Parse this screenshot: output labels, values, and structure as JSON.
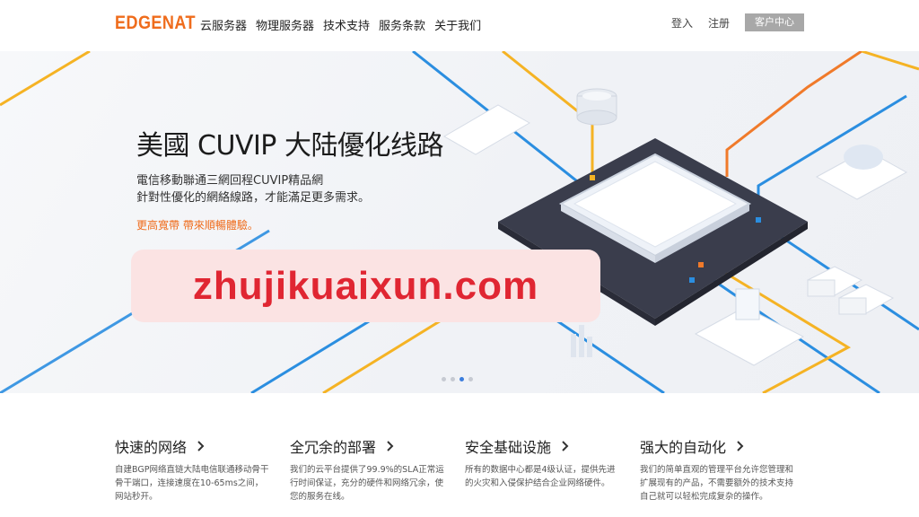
{
  "header": {
    "logo": "EDGENAT",
    "nav": [
      "云服务器",
      "物理服务器",
      "技术支持",
      "服务条款",
      "关于我们"
    ],
    "login": "登入",
    "register": "注册",
    "client_center": "客户中心"
  },
  "hero": {
    "title": "美國 CUVIP 大陆優化线路",
    "subtitle_line1": "電信移動聯通三網回程CUVIP精品網",
    "subtitle_line2": "針對性優化的網絡線路，才能滿足更多需求。",
    "cta": "更高寬帶 帶來順暢體驗。",
    "watermark": "zhujikuaixun.com",
    "slide_count": 4,
    "active_slide": 3
  },
  "features": [
    {
      "title": "快速的网络",
      "desc": "自建BGP网络直链大陆电信联通移动骨干骨干端口，连接速度在10-65ms之间，网站秒开。"
    },
    {
      "title": "全冗余的部署",
      "desc": "我们的云平台提供了99.9%的SLA正常运行时间保证，充分的硬件和网络冗余，使您的服务在线。"
    },
    {
      "title": "安全基础设施",
      "desc": "所有的数据中心都是4级认证，提供先进的火灾和入侵保护结合企业网络硬件。"
    },
    {
      "title": "强大的自动化",
      "desc": "我们的简单直观的管理平台允许您管理和扩展现有的产品，不需要额外的技术支持自己就可以轻松完成复杂的操作。"
    }
  ],
  "colors": {
    "brand": "#ef6c1c",
    "watermark_text": "#e02632",
    "watermark_bg": "#fbe3e3",
    "line_yellow": "#f5b324",
    "line_blue": "#2b8ee0",
    "line_orange": "#f07a2a",
    "chip_dark": "#3a3d4c",
    "active_dot": "#3b7ddd"
  }
}
